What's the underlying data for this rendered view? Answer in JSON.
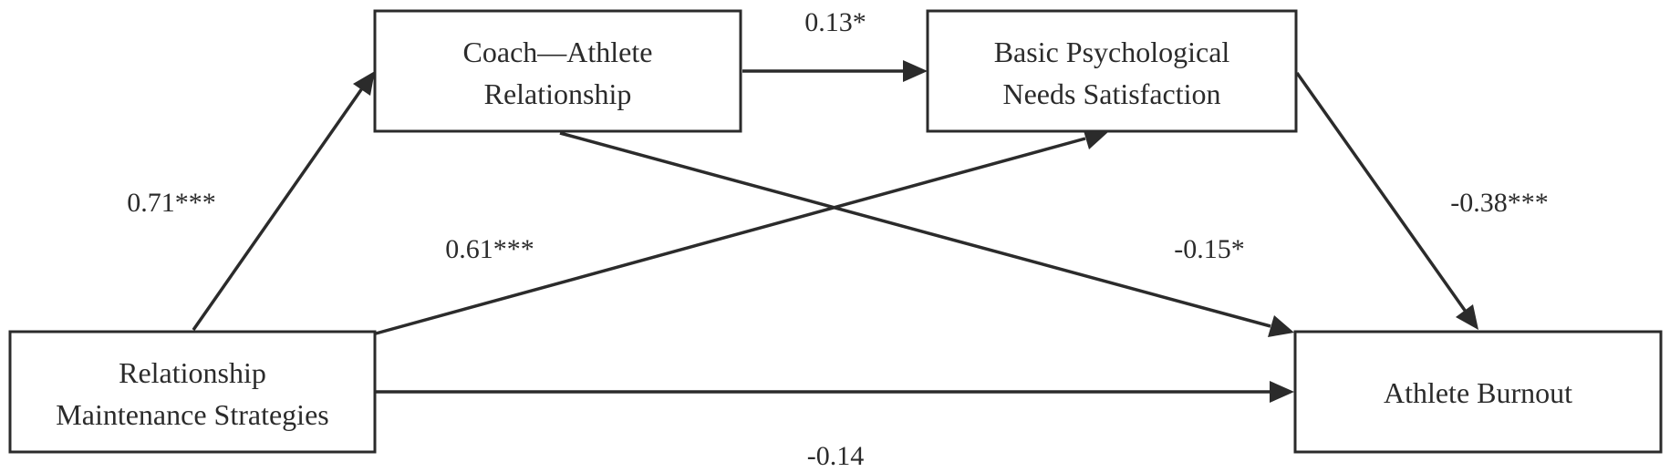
{
  "nodes": {
    "rms": {
      "lines": [
        "Relationship",
        "Maintenance Strategies"
      ]
    },
    "car": {
      "lines": [
        "Coach—Athlete",
        "Relationship"
      ]
    },
    "bpns": {
      "lines": [
        "Basic Psychological",
        "Needs Satisfaction"
      ]
    },
    "ab": {
      "lines": [
        "Athlete Burnout"
      ]
    }
  },
  "edges": {
    "rms_car": {
      "coef": "0.71***"
    },
    "car_bpns": {
      "coef": "0.13*"
    },
    "rms_bpns": {
      "coef": "0.61***"
    },
    "car_ab": {
      "coef": "-0.15*"
    },
    "bpns_ab": {
      "coef": "-0.38***"
    },
    "rms_ab": {
      "coef": "-0.14"
    }
  },
  "colors": {
    "stroke": "#2b2b2b",
    "background": "#ffffff"
  }
}
